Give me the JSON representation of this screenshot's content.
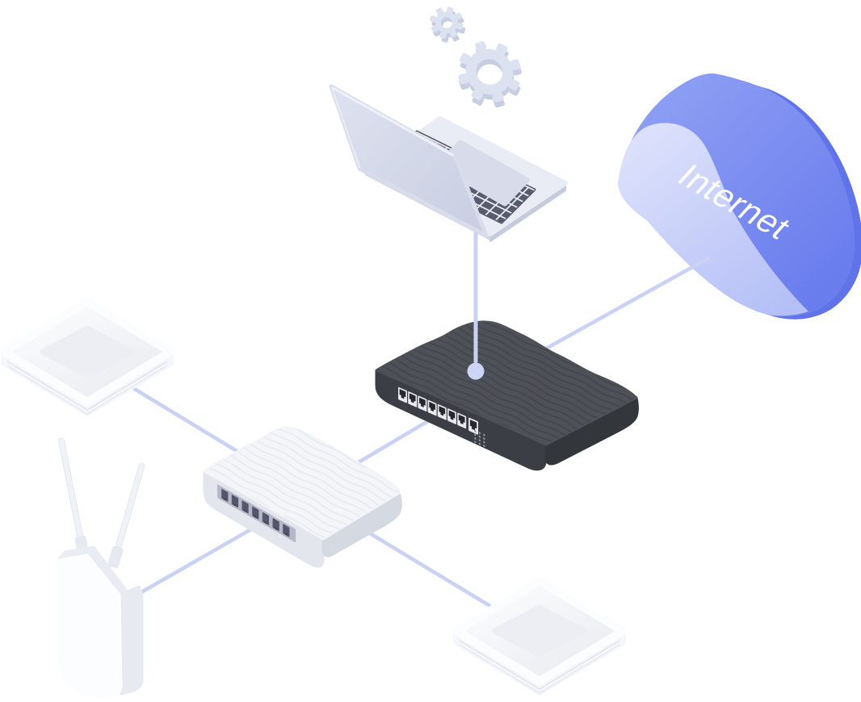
{
  "cloud": {
    "label": "Internet"
  },
  "colors": {
    "background": "#ffffff",
    "connection_line": "#c9d2f4",
    "endpoint_dot": "#cdd5f6",
    "cloud_blue_start": "#8c9ef4",
    "cloud_blue_end": "#6c7fee",
    "cloud_rim": "#6173e8",
    "cloud_front_start": "#dce1fb",
    "cloud_front_end": "#b4bff6",
    "cloud_label_text": "#ffffff",
    "dark_device_top": "#4e5157",
    "dark_device_front": "#3b3e44",
    "white_device_top": "#f3f5f9",
    "gear_fill": "#dde2f1"
  },
  "nodes": [
    {
      "id": "settings-gears",
      "type": "gears-decoration"
    },
    {
      "id": "laptop",
      "type": "laptop"
    },
    {
      "id": "internet-cloud",
      "type": "cloud",
      "label": "Internet"
    },
    {
      "id": "gateway-switch",
      "type": "dark-switch-8-port"
    },
    {
      "id": "ethernet-switch",
      "type": "white-switch-7-port"
    },
    {
      "id": "access-point-left",
      "type": "ceiling-access-point"
    },
    {
      "id": "access-point-bottom",
      "type": "ceiling-access-point"
    },
    {
      "id": "wireless-router",
      "type": "router-two-antennas"
    }
  ],
  "connections": [
    {
      "from": "laptop",
      "to": "gateway-switch"
    },
    {
      "from": "gateway-switch",
      "to": "internet-cloud"
    },
    {
      "from": "ethernet-switch",
      "to": "gateway-switch"
    },
    {
      "from": "access-point-left",
      "to": "ethernet-switch"
    },
    {
      "from": "wireless-router",
      "to": "ethernet-switch"
    },
    {
      "from": "ethernet-switch",
      "to": "access-point-bottom"
    }
  ]
}
